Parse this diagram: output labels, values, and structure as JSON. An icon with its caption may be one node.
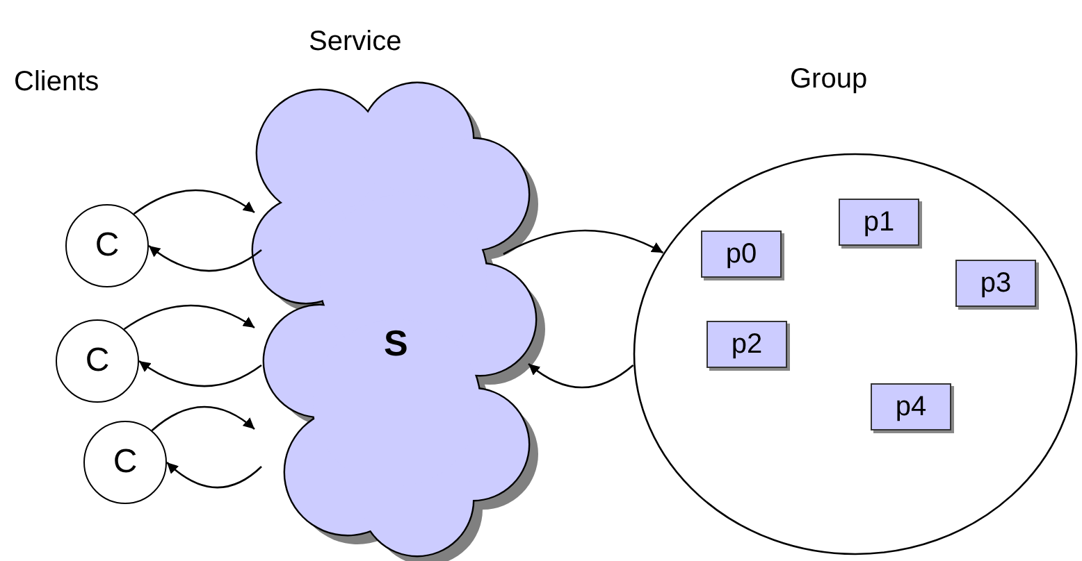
{
  "diagram": {
    "nodes": [
      {
        "text": [
          "Service",
          "S"
        ]
      },
      {
        "text": [
          "Group"
        ]
      },
      {
        "text": [
          "p0"
        ],
        "in": 1
      },
      {
        "text": [
          "p1"
        ],
        "in": 1
      },
      {
        "text": [
          "p3"
        ],
        "in": 1
      },
      {
        "text": [
          "p2"
        ],
        "in": 1
      },
      {
        "text": [
          "p4"
        ],
        "in": 1
      },
      {
        "text": [
          "C"
        ]
      },
      {
        "text": [
          "C"
        ]
      },
      {
        "text": [
          "C"
        ]
      }
    ],
    "edges": [
      {
        "from": 7,
        "to": 0,
        "arrow": "to"
      },
      {
        "from": 0,
        "to": 7,
        "arrow": "to"
      },
      {
        "from": 8,
        "to": 0,
        "arrow": "to"
      },
      {
        "from": 0,
        "to": 8,
        "arrow": "to"
      },
      {
        "from": 9,
        "to": 0,
        "arrow": "to"
      },
      {
        "from": 0,
        "to": 9,
        "arrow": "to"
      },
      {
        "from": 0,
        "to": 1,
        "arrow": "to"
      },
      {
        "from": 1,
        "to": 0,
        "arrow": "to"
      }
    ],
    "labels": [
      "Clients"
    ]
  }
}
